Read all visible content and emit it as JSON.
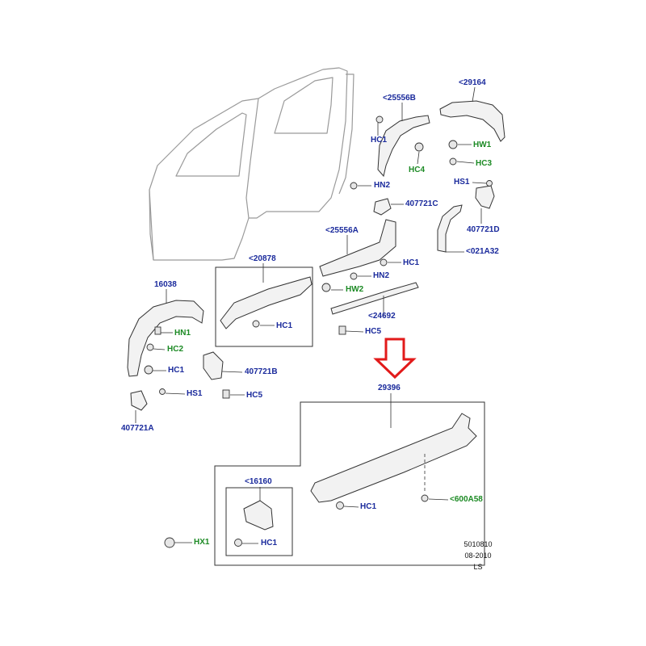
{
  "colors": {
    "part_number": "#1a2a9c",
    "fastener": "#1c8a24",
    "arrow": "#e21a1a",
    "line": "#333333",
    "outline": "#9a9a9a"
  },
  "labels": {
    "p29164": "<29164",
    "p25556b": "<25556B",
    "hc1_a": "HC1",
    "hc4": "HC4",
    "hw1": "HW1",
    "hc3": "HC3",
    "hn2_a": "HN2",
    "hs1_a": "HS1",
    "p407721c": "407721C",
    "p407721d": "407721D",
    "p25556a": "<25556A",
    "hc1_b": "HC1",
    "p021a32": "<021A32",
    "p20878": "<20878",
    "hn2_b": "HN2",
    "hw2": "HW2",
    "hc1_c": "HC1",
    "p24692": "<24692",
    "hc5_a": "HC5",
    "p16038": "16038",
    "hn1": "HN1",
    "hc2": "HC2",
    "hc1_d": "HC1",
    "p407721b": "407721B",
    "hs1_b": "HS1",
    "hc5_b": "HC5",
    "p407721a": "407721A",
    "p29396": "29396",
    "p16160": "<16160",
    "hc1_e": "HC1",
    "p600a58": "<600A58",
    "hc1_f": "HC1",
    "hx1": "HX1"
  },
  "meta": {
    "code": "5010810",
    "date": "08-2010",
    "initials": "LS"
  }
}
